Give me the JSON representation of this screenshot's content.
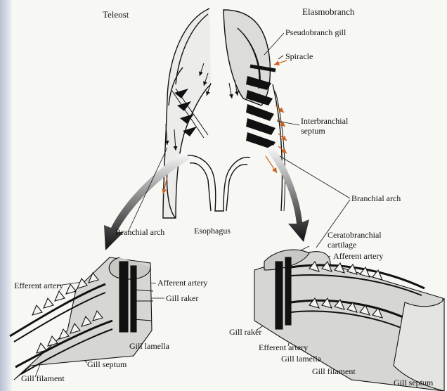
{
  "titles": {
    "left": "Teleost",
    "right": "Elasmobranch"
  },
  "labels": {
    "pseudobranch_gill": "Pseudobranch gill",
    "spiracle": "Spiracle",
    "interbranchial_septum_1": "Interbranchial",
    "interbranchial_septum_2": "septum",
    "branchial_arch_right": "Branchial arch",
    "branchial_arch_left": "Branchial arch",
    "esophagus": "Esophagus",
    "ceratobranchial_1": "Ceratobranchial",
    "ceratobranchial_2": "cartilage",
    "afferent_artery_right": "Afferent artery",
    "efferent_artery_left": "Efferent artery",
    "afferent_artery_left": "Afferent artery",
    "gill_raker_left": "Gill raker",
    "gill_lamella_left": "Gill lamella",
    "gill_septum_left": "Gill septum",
    "gill_filament_left": "Gill filament",
    "gill_raker_right": "Gill raker",
    "efferent_artery_right": "Efferent artery",
    "gill_lamella_right": "Gill lamella",
    "gill_filament_right": "Gill filament",
    "gill_septum_right": "Gill septum"
  },
  "colors": {
    "water_flow": "#c9641e",
    "ink": "#111111",
    "cartilage": "#1a1a1a"
  }
}
